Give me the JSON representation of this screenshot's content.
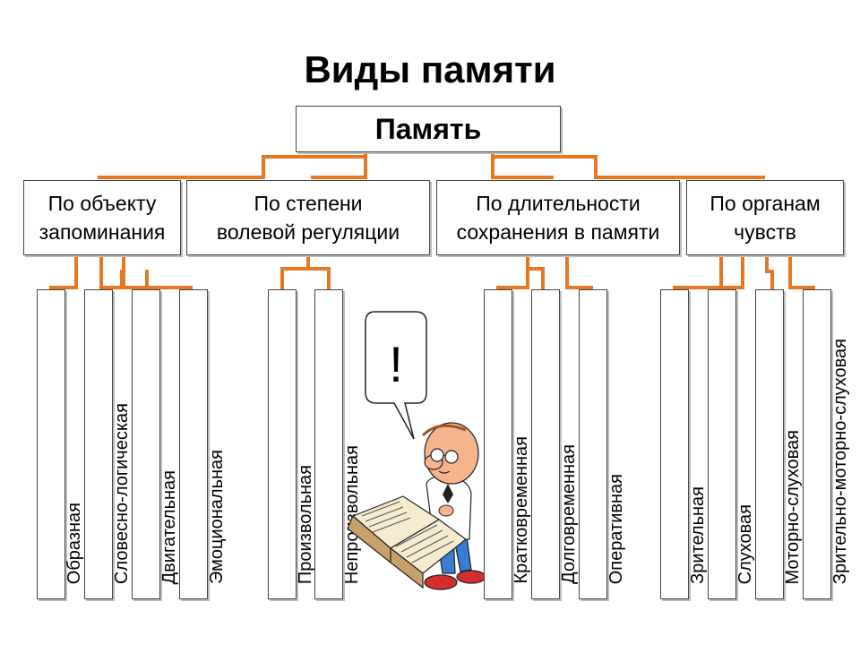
{
  "title": "Виды памяти",
  "root": {
    "label": "Память"
  },
  "categories": [
    {
      "label": "По объекту\nзапоминания",
      "leaves": [
        "Образная",
        "Словесно-логическая",
        "Двигательная",
        "Эмоциональная"
      ]
    },
    {
      "label": "По степени\nволевой регуляции",
      "leaves": [
        "Произвольная",
        "Непроизвольная"
      ]
    },
    {
      "label": "По длительности\nсохранения в памяти",
      "leaves": [
        "Кратковременная",
        "Долговременная",
        "Оперативная"
      ]
    },
    {
      "label": "По органам\nчувств",
      "leaves": [
        "Зрительная",
        "Слуховая",
        "Моторно-слуховая",
        "Зрительно-моторно-слуховая"
      ]
    }
  ],
  "speech_bubble": {
    "text": "!"
  },
  "colors": {
    "connector": "#e87722",
    "border": "#444444"
  }
}
